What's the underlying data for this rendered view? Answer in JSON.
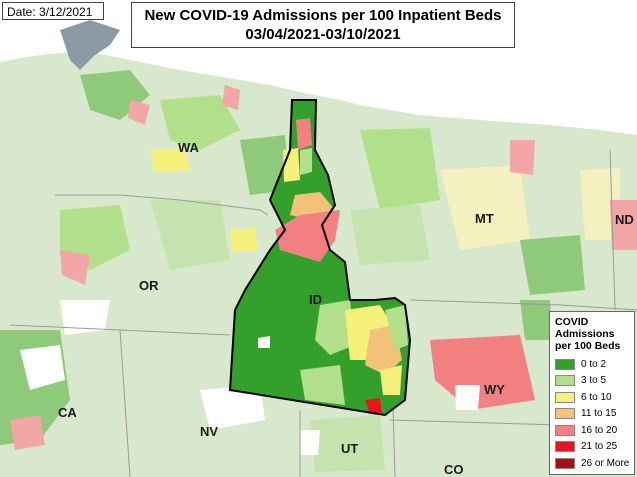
{
  "header": {
    "date_label": "Date: 3/12/2021",
    "title_line1": "New COVID-19 Admissions per 100 Inpatient Beds",
    "title_line2": "03/04/2021-03/10/2021"
  },
  "states": {
    "wa": "WA",
    "or": "OR",
    "id": "ID",
    "mt": "MT",
    "nd": "ND",
    "wy": "WY",
    "ca": "CA",
    "nv": "NV",
    "ut": "UT",
    "co": "CO"
  },
  "legend": {
    "title_line1": "COVID",
    "title_line2": "Admissions",
    "title_line3": "per 100 Beds",
    "items": [
      {
        "label": "0 to 2",
        "color": "#33a02c"
      },
      {
        "label": "3 to 5",
        "color": "#b2e08a"
      },
      {
        "label": "6 to 10",
        "color": "#f5f07a"
      },
      {
        "label": "11 to 15",
        "color": "#f2c27a"
      },
      {
        "label": "16 to 20",
        "color": "#f28080"
      },
      {
        "label": "21 to 25",
        "color": "#e8161b"
      },
      {
        "label": "26 or More",
        "color": "#a50f15"
      }
    ]
  },
  "colors": {
    "background_state": "#d7e8cc",
    "water": "#8c9aa6",
    "highlight_border": "#000000"
  }
}
